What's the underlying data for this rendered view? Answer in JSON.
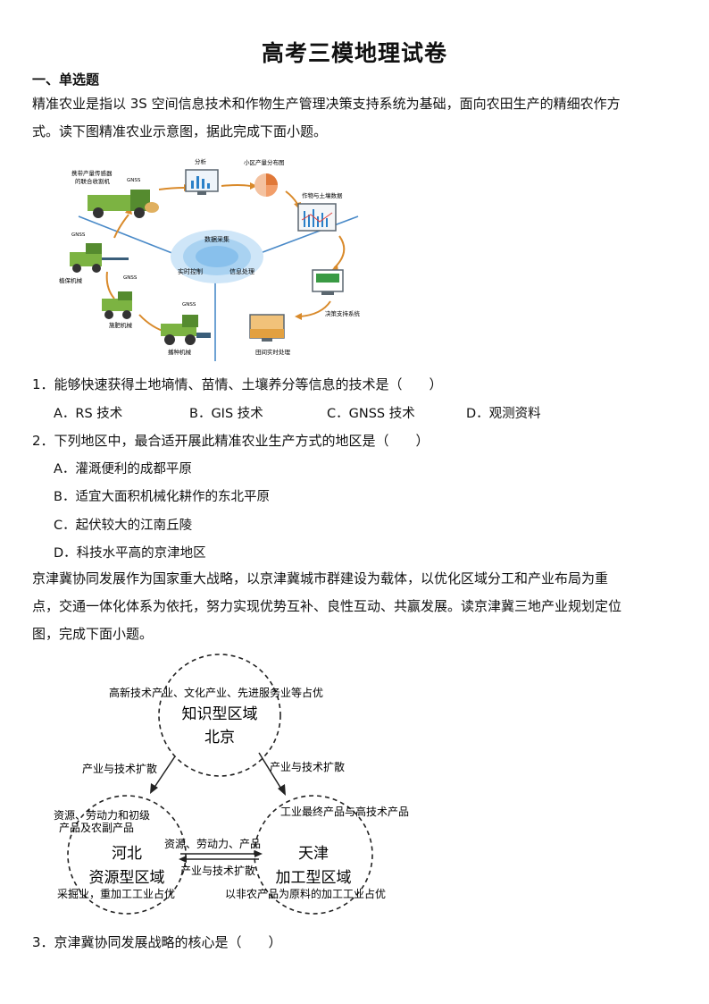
{
  "title": "高考三模地理试卷",
  "section": "一、单选题",
  "intro1": {
    "line1": "精准农业是指以 3S 空间信息技术和作物生产管理决策支持系统为基础，面向农田生产的精细农作方",
    "line2": "式。读下图精准农业示意图，据此完成下面小题。"
  },
  "figure1": {
    "center": "数据采集",
    "center_left": "实时控制",
    "center_right": "信息处理",
    "harvester": "携带产量传感器\n的联合收割机",
    "analysis": "分析",
    "yield_map": "小区产量分布图",
    "crop_soil": "作物与土壤数据",
    "decision": "决策支持系统",
    "field_proc": "田间实时处理",
    "sowing": "播种机械",
    "fert": "施肥机械",
    "protect": "植保机械",
    "gnss": "GNSS"
  },
  "q1": {
    "stem": "1．能够快速获得土地墒情、苗情、土壤养分等信息的技术是（　　）",
    "options": [
      "A．RS 技术",
      "B．GIS 技术",
      "C．GNSS 技术",
      "D．观测资料"
    ]
  },
  "q2": {
    "stem": "2．下列地区中，最合适开展此精准农业生产方式的地区是（　　）",
    "options": [
      "A．灌溉便利的成都平原",
      "B．适宜大面积机械化耕作的东北平原",
      "C．起伏较大的江南丘陵",
      "D．科技水平高的京津地区"
    ]
  },
  "intro2": {
    "line1": "京津冀协同发展作为国家重大战略，以京津冀城市群建设为载体，以优化区域分工和产业布局为重",
    "line2": "点，交通一体化体系为依托，努力实现优势互补、良性互动、共赢发展。读京津冀三地产业规划定位",
    "line3": "图，完成下面小题。"
  },
  "figure2": {
    "beijing_top": "高新技术产业、文化产业、先进服务业等占优",
    "beijing_type": "知识型区域",
    "beijing": "北京",
    "arrow_left": "产业与技术扩散",
    "arrow_right": "产业与技术扩散",
    "hebei_top1": "资源、劳动力和初级",
    "hebei_top2": "产品及农副产品",
    "hebei": "河北",
    "hebei_type": "资源型区域",
    "hebei_bottom": "采掘业，重加工工业占优",
    "tianjin_top": "工业最终产品与高技术产品",
    "tianjin": "天津",
    "tianjin_type": "加工型区域",
    "tianjin_bottom": "以非农产品为原料的加工工业占优",
    "mid_top": "资源、劳动力、产品",
    "mid_bottom": "产业与技术扩散"
  },
  "q3": {
    "stem": "3．京津冀协同发展战略的核心是（　　）"
  }
}
